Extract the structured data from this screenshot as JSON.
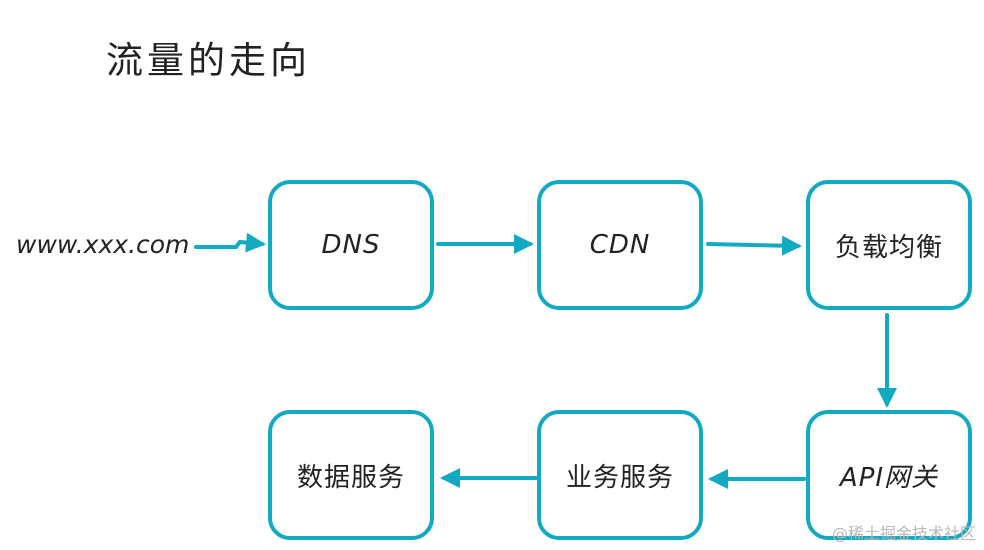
{
  "title": "流量的走向",
  "source": "www.xxx.com",
  "nodes": {
    "dns": "DNS",
    "cdn": "CDN",
    "lb": "负载均衡",
    "gateway": "API网关",
    "biz": "业务服务",
    "data": "数据服务"
  },
  "watermark": "@稀土掘金技术社区",
  "colors": {
    "accent": "#12a9c2",
    "text": "#222222"
  }
}
